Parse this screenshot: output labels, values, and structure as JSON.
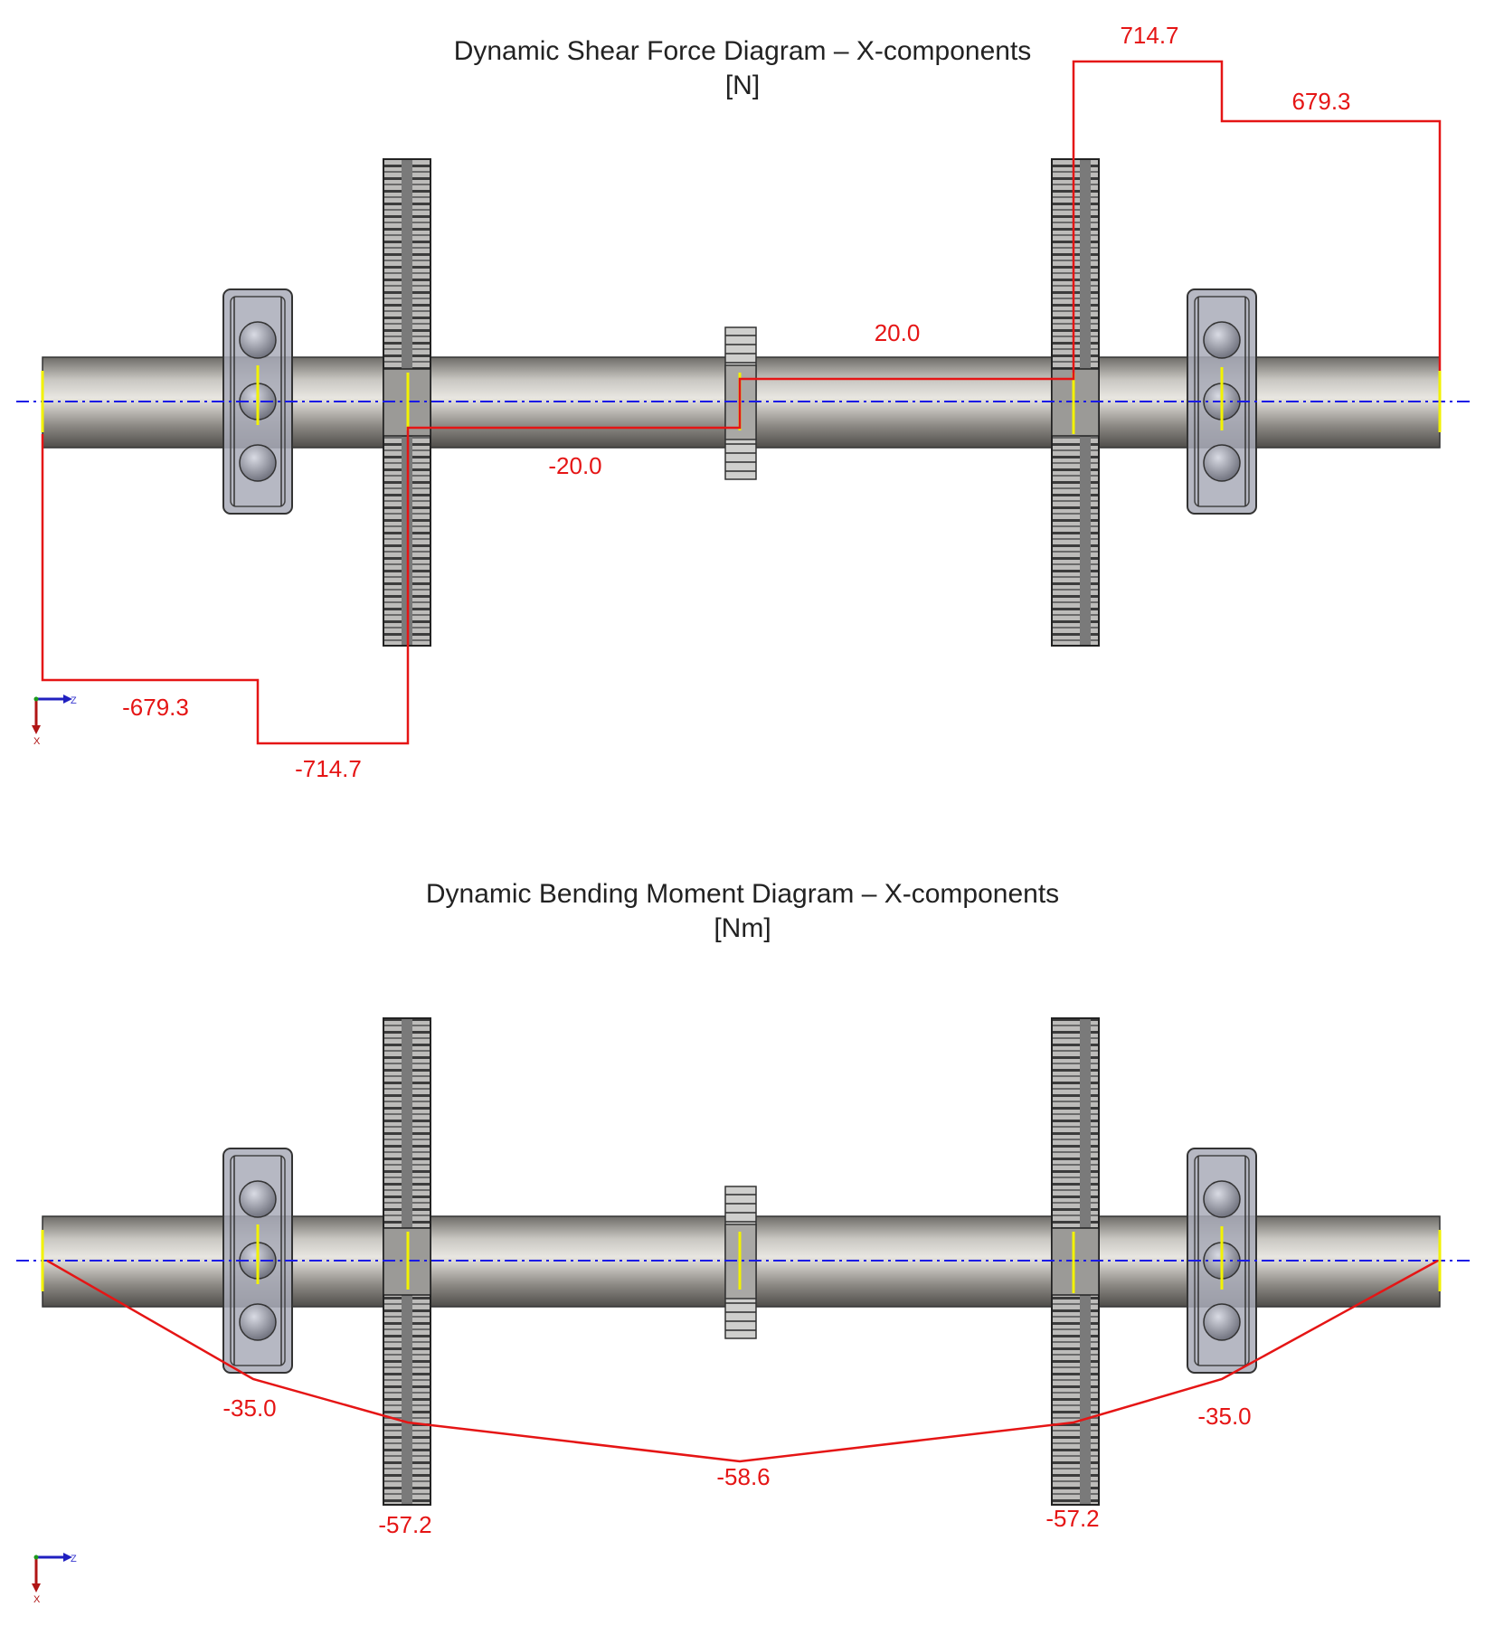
{
  "shear": {
    "title": "Dynamic Shear Force Diagram – X-components",
    "unit": "[N]",
    "labels": [
      {
        "text": "714.7",
        "value": 714.7
      },
      {
        "text": "679.3",
        "value": 679.3
      },
      {
        "text": "20.0",
        "value": 20.0
      },
      {
        "text": "-20.0",
        "value": -20.0
      },
      {
        "text": "-679.3",
        "value": -679.3
      },
      {
        "text": "-714.7",
        "value": -714.7
      }
    ]
  },
  "moment": {
    "title": "Dynamic Bending Moment Diagram – X-components",
    "unit": "[Nm]",
    "labels": [
      {
        "text": "-35.0",
        "value": -35.0
      },
      {
        "text": "-57.2",
        "value": -57.2
      },
      {
        "text": "-58.6",
        "value": -58.6
      },
      {
        "text": "-57.2",
        "value": -57.2
      },
      {
        "text": "-35.0",
        "value": -35.0
      }
    ]
  },
  "axis_triad": {
    "horizontal": "Z",
    "vertical": "X"
  },
  "colors": {
    "diagram": "#e51515",
    "centerline": "#1a1ae6",
    "marker": "#f2f200",
    "shaft": "#8a8782"
  }
}
